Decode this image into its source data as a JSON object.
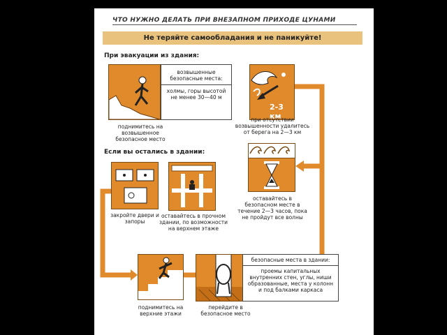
{
  "title": "ЧТО НУЖНО ДЕЛАТЬ ПРИ ВНЕЗАПНОМ ПРИХОДЕ ЦУНАМИ",
  "banner": "Не теряйте самообладания и не паникуйте!",
  "section_evacuation": "При эвакуации из здания:",
  "section_inside": "Если вы остались в здании:",
  "elevated_places": {
    "header": "возвышенные безопасные места:",
    "body": "холмы, горы высотой не менее 30—40 м"
  },
  "distance_label": "2-3 км",
  "captions": {
    "climb_up": "поднимитесь на возвышенное безопасное место",
    "move_away": "при отсутствии возвышенности удалитесь от берега на 2—3 км",
    "stay_safe": "оставайтесь в безопасном месте в течение 2—3 часов, пока не пройдут все волны",
    "close_doors": "закройте двери и запоры",
    "strong_building": "оставайтесь в прочном здании, по возможности на верхнем этаже",
    "upper_floors": "поднимитесь на верхние этажи",
    "go_safe_place": "перейдите в безопасное место"
  },
  "safe_places_building": {
    "header": "безопасные места в здании:",
    "body": "проемы капитальных внутренних стен, углы, ниши образованные, места у колонн и под балками каркаса"
  },
  "colors": {
    "orange": "#e08a2c",
    "banner": "#e9c27e",
    "arrow": "#e08a2c"
  }
}
